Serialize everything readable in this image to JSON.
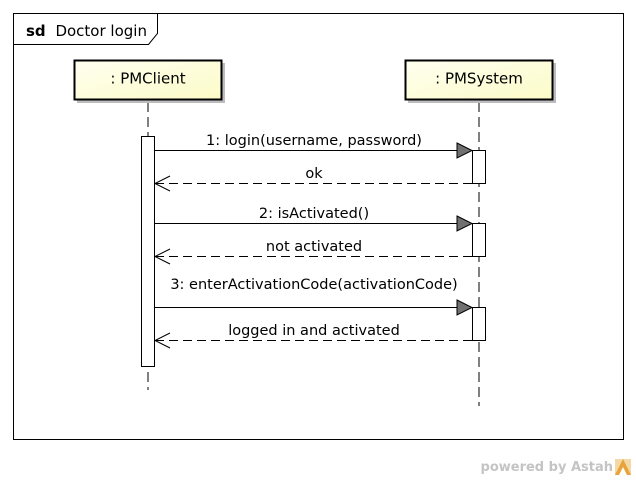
{
  "frame": {
    "keyword": "sd",
    "title": "Doctor login"
  },
  "lifelines": [
    {
      "id": "client",
      "label": ": PMClient"
    },
    {
      "id": "system",
      "label": ": PMSystem"
    }
  ],
  "messages": [
    {
      "label": "1: login(username, password)",
      "kind": "call",
      "from": "client",
      "to": "system"
    },
    {
      "label": "ok",
      "kind": "return",
      "from": "system",
      "to": "client"
    },
    {
      "label": "2: isActivated()",
      "kind": "call",
      "from": "client",
      "to": "system"
    },
    {
      "label": "not activated",
      "kind": "return",
      "from": "system",
      "to": "client"
    },
    {
      "label": "3: enterActivationCode(activationCode)",
      "kind": "call",
      "from": "client",
      "to": "system"
    },
    {
      "label": "logged in and activated",
      "kind": "return",
      "from": "system",
      "to": "client"
    }
  ],
  "watermark": {
    "text": "powered by Astah"
  },
  "colors": {
    "lifeline_head_fill": "#ffffd9",
    "arrowhead_fill": "#707070",
    "line": "#000000",
    "watermark": "#c4c4c4",
    "logo": "#e8a33a"
  }
}
